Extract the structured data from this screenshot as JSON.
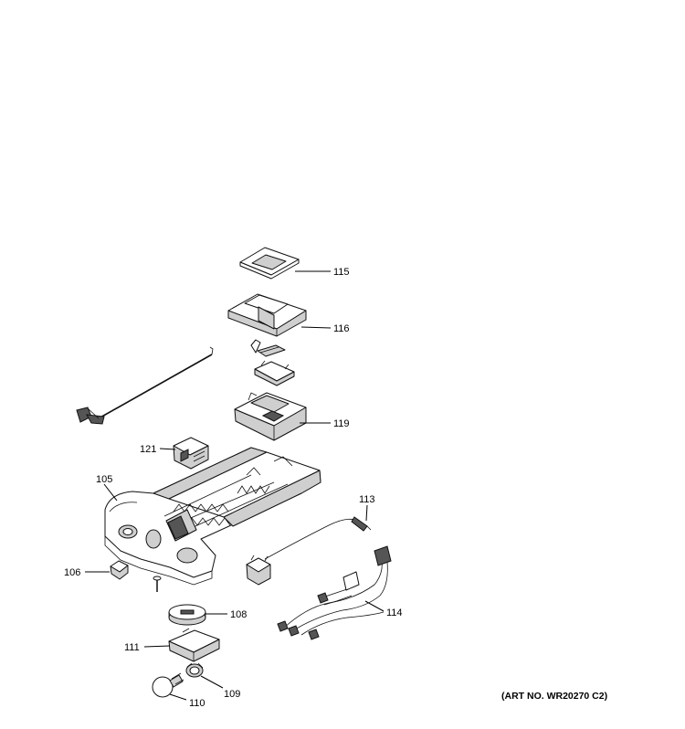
{
  "parts": {
    "p105": "105",
    "p106": "106",
    "p108": "108",
    "p109": "109",
    "p110": "110",
    "p111": "111",
    "p113": "113",
    "p114": "114",
    "p115": "115",
    "p116": "116",
    "p119": "119",
    "p121": "121"
  },
  "art_number": "(ART NO. WR20270 C2)"
}
